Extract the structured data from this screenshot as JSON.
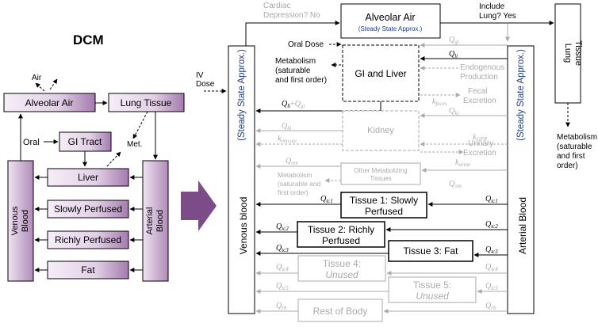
{
  "left": {
    "title": "DCM",
    "air": "Air",
    "alveolar_air": "Alveolar Air",
    "lung_tissue": "Lung Tissue",
    "oral": "Oral",
    "gi_tract": "GI Tract",
    "met": "Met.",
    "liver": "Liver",
    "slowly": "Slowly Perfused",
    "richly": "Richly Perfused",
    "fat": "Fat",
    "venous_l1": "Venous",
    "venous_l2": "Blood",
    "arterial_l1": "Arterial",
    "arterial_l2": "Blood"
  },
  "colors": {
    "purple": "#7b4c87",
    "gray": "#aaaaaa",
    "blue": "#1f3c8c"
  },
  "right": {
    "cardiac": "Cardiac",
    "depression": "Depression? No",
    "alveolar_air": "Alveolar Air",
    "steady_state": "(Steady State Approx.)",
    "include_lung": "Include",
    "lung_yes": "Lung? Yes",
    "lung_tissue_1": "Lung",
    "lung_tissue_2": "Tissue",
    "iv_1": "IV",
    "iv_2": "Dose",
    "venous_main": "Venous blood",
    "arterial_main": "Arterial Blood",
    "oral_dose": "Oral Dose",
    "metab_1": "Metabolism",
    "metab_2": "(saturable",
    "metab_3": "and first order)",
    "gi_liver": "GI and Liver",
    "qli": "Q",
    "qli_sub": "li",
    "qgi": "Q",
    "qgi_sub": "gi",
    "q_li_plus": "+",
    "endogenous_1": "Endogenous",
    "endogenous_2": "Production",
    "fecal_1": "Fecal",
    "fecal_2": "Excretion",
    "k_feces": "k",
    "k_feces_sub": "feces",
    "kidney": "Kidney",
    "q_ki": "Q",
    "q_ki_sub": "ki",
    "k_ven": "k",
    "k_ven_sub": "ven.ust",
    "k_gfr": "k",
    "k_gfr_sub": "GFR",
    "urinary_1": "Urinary",
    "urinary_2": "Excretion",
    "k_urine": "k",
    "k_urine_sub": "urine",
    "q_om": "Q",
    "q_om_sub": "om",
    "other_metab_1": "Other Metabolizing",
    "other_metab_2": "Tissues",
    "om_metab_1": "Metabolism",
    "om_metab_2": "(saturable and",
    "om_metab_3": "first order)",
    "tissue1_1": "Tissue 1: Slowly",
    "tissue1_2": "Perfused",
    "q_tc1": "Q",
    "q_tc1_sub": "tc1",
    "tissue2_1": "Tissue 2: Richly",
    "tissue2_2": "Perfused",
    "q_tc2": "Q",
    "q_tc2_sub": "tc2",
    "tissue3": "Tissue 3: Fat",
    "q_tc3": "Q",
    "q_tc3_sub": "tc3",
    "tissue4_1": "Tissue 4:",
    "tissue4_2": "Unused",
    "q_tc4": "Q",
    "q_tc4_sub": "tc4",
    "tissue5_1": "Tissue 5:",
    "tissue5_2": "Unused",
    "q_tc5": "Q",
    "q_tc5_sub": "tc5",
    "rest_body": "Rest of Body",
    "q_rb": "Q",
    "q_rb_sub": "rb",
    "lung_metab_1": "Metabolism",
    "lung_metab_2": "(saturable",
    "lung_metab_3": "and first",
    "lung_metab_4": "order)"
  }
}
